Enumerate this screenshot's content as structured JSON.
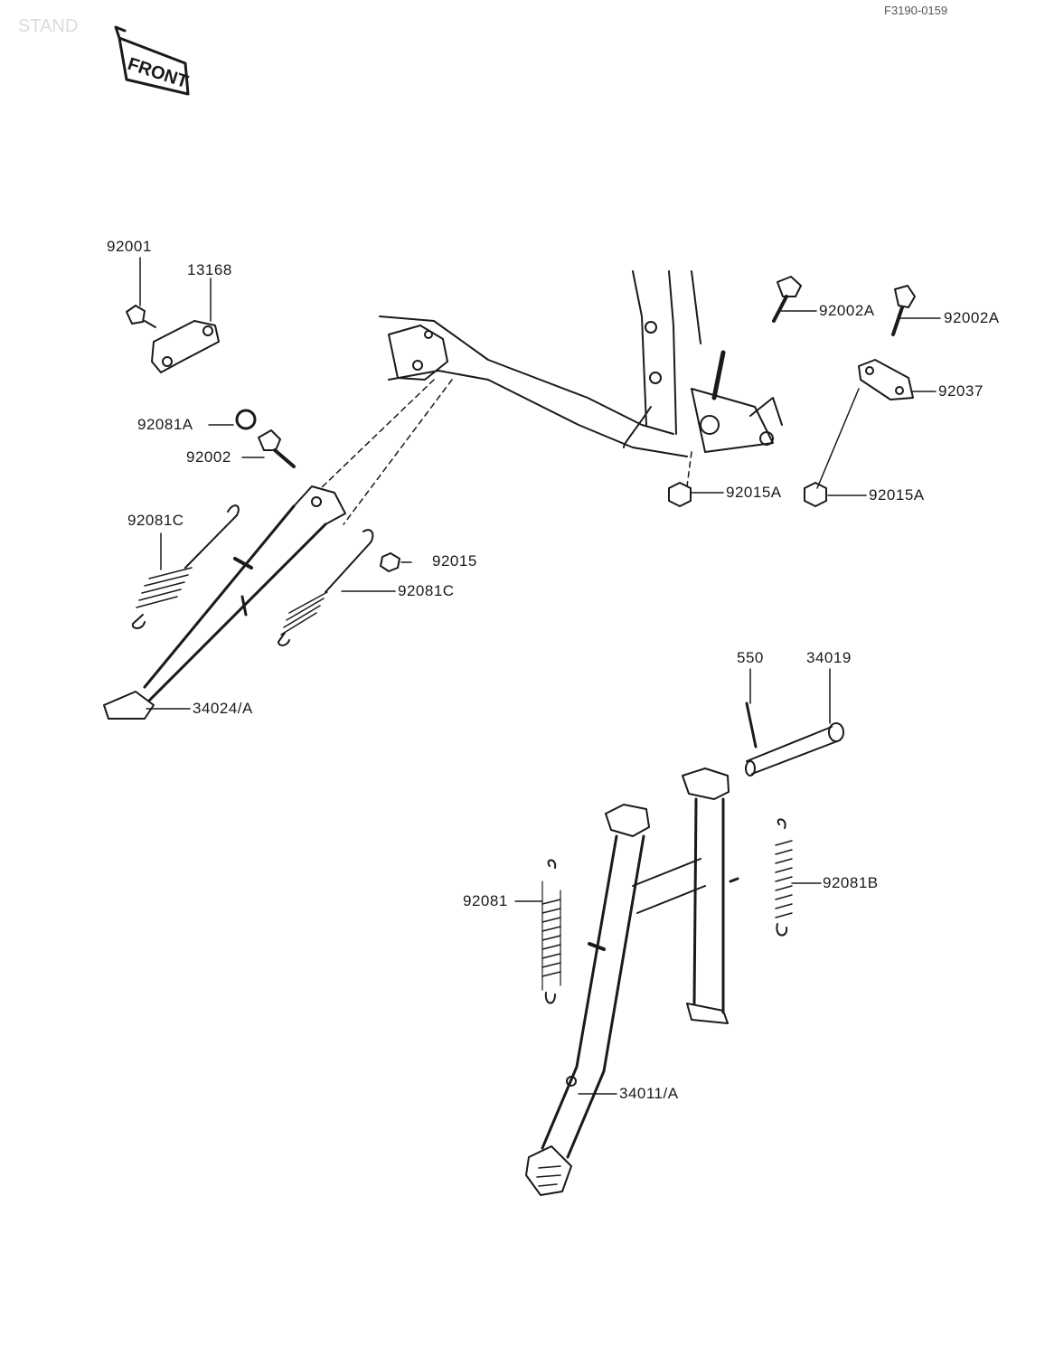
{
  "header": {
    "page_code": "F3190-0159",
    "section_ghost": "STAND"
  },
  "front_badge": "FRONT",
  "parts": {
    "p92001": "92001",
    "p13168": "13168",
    "p92081A": "92081A",
    "p92002": "92002",
    "p92081C_left": "92081C",
    "p92015": "92015",
    "p92081C_right": "92081C",
    "p34024A": "34024/A",
    "p92002A_1": "92002A",
    "p92002A_2": "92002A",
    "p92037": "92037",
    "p92015A_1": "92015A",
    "p92015A_2": "92015A",
    "p550": "550",
    "p34019": "34019",
    "p92081B": "92081B",
    "p92081": "92081",
    "p34011A": "34011/A"
  }
}
